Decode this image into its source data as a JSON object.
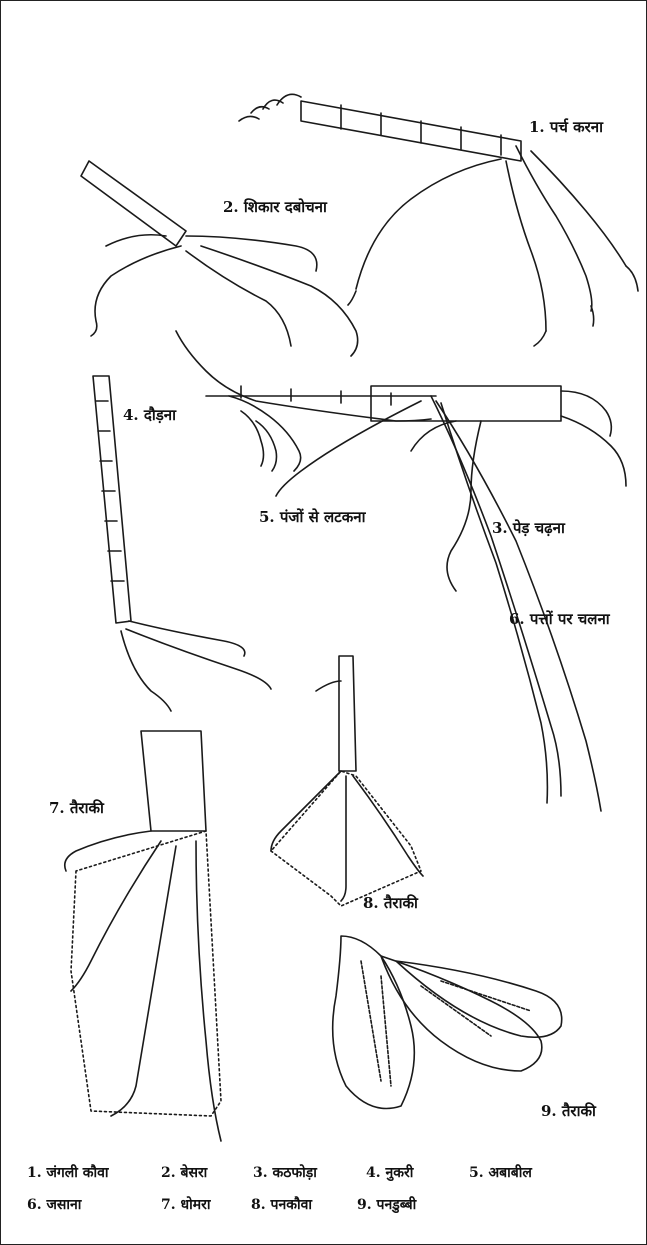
{
  "labels": {
    "perching": "1. पर्च करना",
    "grasping": "2. शिकार दबोचना",
    "climbing": "3. पेड़ चढ़ना",
    "running": "4. दौड़ना",
    "hanging": "5. पंजों से लटकना",
    "wading": "6. पत्तों पर चलना",
    "swimming_7": "7. तैराकी",
    "swimming_8": "8. तैराकी",
    "swimming_9": "9. तैराकी"
  },
  "legend": [
    "1. जंगली कौवा",
    "2. बेसरा",
    "3. कठफोड़ा",
    "4. नुकरी",
    "5. अबाबील",
    "6. जसाना",
    "7. धोमरा",
    "8. पनकौवा",
    "9. पनडुब्बी"
  ],
  "ink_color": "#1a1a1a"
}
